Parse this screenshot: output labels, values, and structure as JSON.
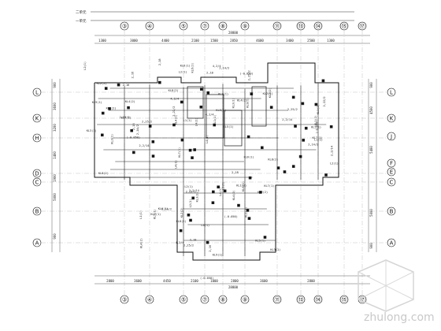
{
  "drawing": {
    "legend": [
      "二单元",
      "一单元"
    ],
    "col_axes": [
      "③",
      "④",
      "⑤",
      "⑦",
      "⑧",
      "⑨",
      "⑪",
      "⑬",
      "⑭",
      "⑮",
      "⑰"
    ],
    "row_axes": [
      "L",
      "K",
      "H",
      "D",
      "C",
      "B",
      "A"
    ],
    "row_axes_right": [
      "L",
      "K",
      "J",
      "F",
      "E",
      "C",
      "B",
      "A"
    ],
    "top_total": "28800",
    "bottom_total": "28800",
    "top_dims": [
      "1300",
      "3000",
      "4400",
      "2100",
      "1500",
      "2850",
      "4600",
      "3400",
      "2500",
      "1300"
    ],
    "bottom_dims": [
      "2800",
      "3600",
      "4450",
      "2100",
      "1000",
      "2800",
      "3600",
      "2800"
    ],
    "left_dims": [
      "900",
      "3600",
      "3200",
      "1400",
      "1900",
      "5000",
      "900"
    ],
    "right_dims": [
      "900",
      "4500",
      "5400",
      "5000",
      "900"
    ],
    "annotations": [
      "KL2(2)",
      "KL3(1)",
      "KL4(2)",
      "KL5(1)",
      "KL7(1)",
      "L1(1)",
      "L2(1)",
      "L4(1)",
      "KL1(2)",
      "KL6(1)",
      "KL8(2)",
      "KL9(1)",
      "2,2/14",
      "2,14/2",
      "2,22/2",
      "2,25/2",
      "2,16",
      "2,18",
      "4,2/4",
      "(-0.050)"
    ],
    "elevation_label": "(-0.050)"
  },
  "watermark": "zhulong.com"
}
